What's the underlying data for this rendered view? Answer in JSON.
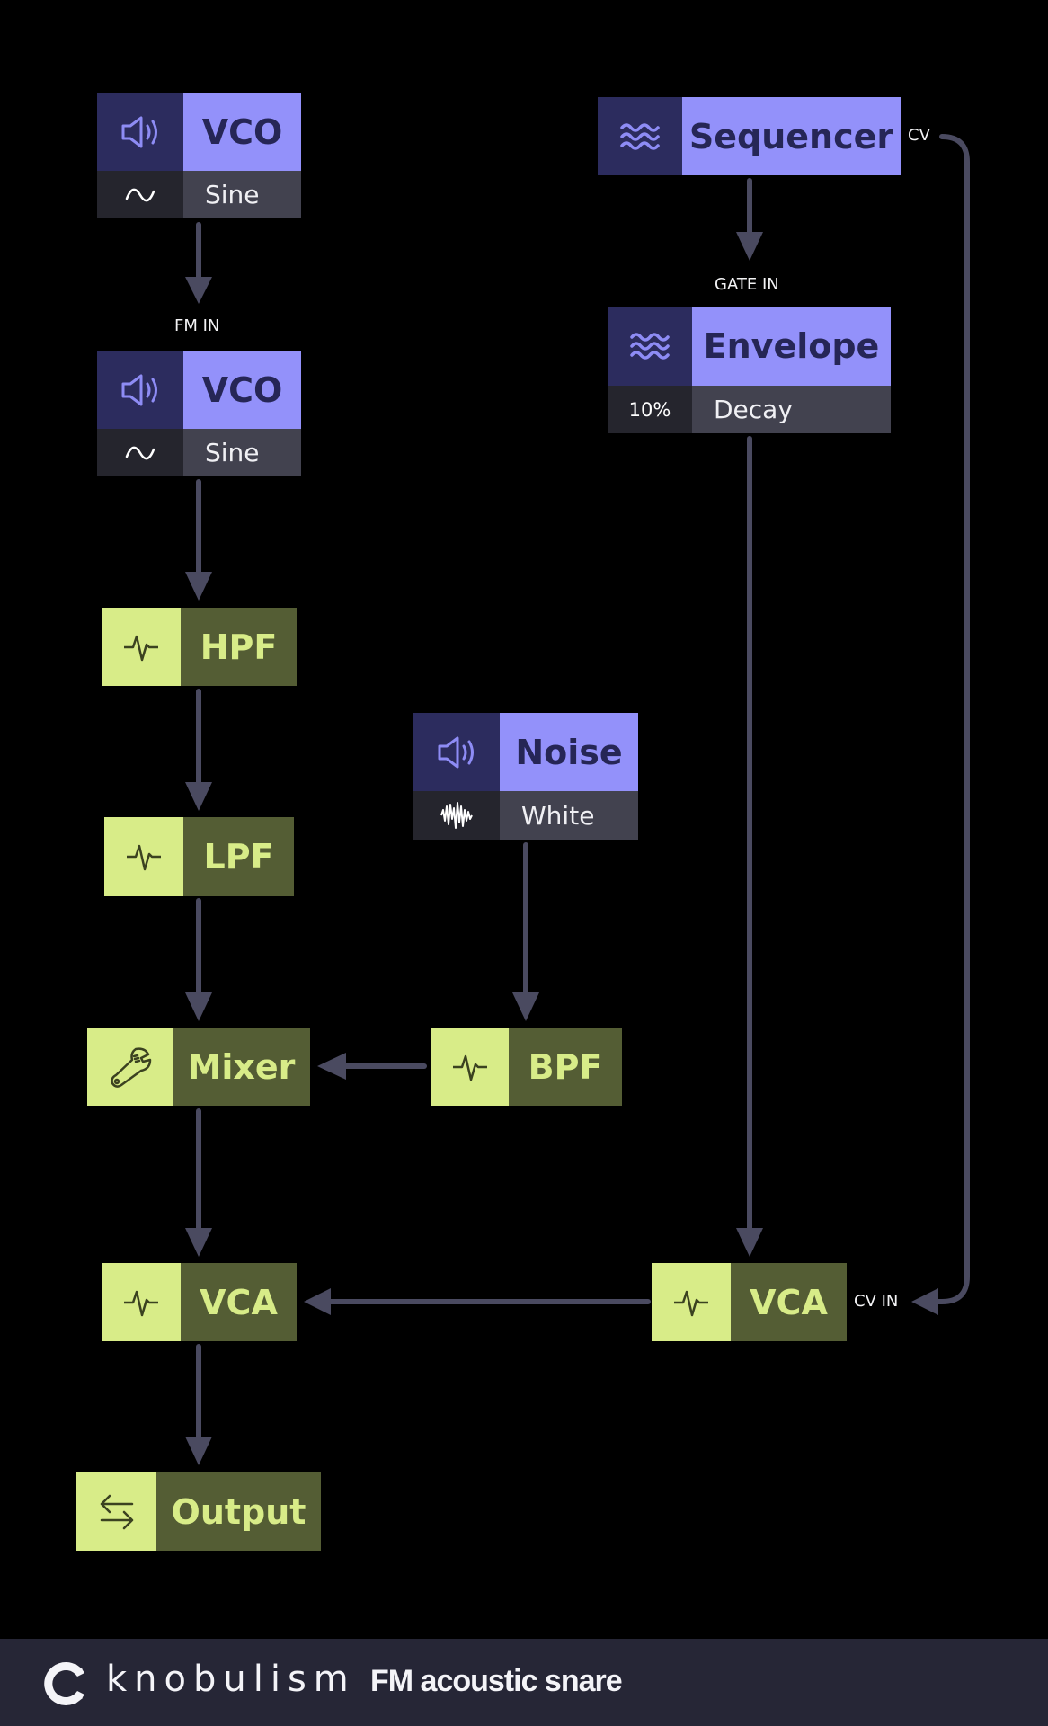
{
  "colors": {
    "wire": "#4a4a60",
    "source_icon_bg": "#2c2c5e",
    "source_title_bg": "#9391fa",
    "source_title_text": "#262656",
    "param_icon_bg": "#25252d",
    "param_label_bg": "#42424f",
    "processor_icon_bg": "#d8ec88",
    "processor_title_bg": "#545d34",
    "footer_bg": "#262636"
  },
  "nodes": {
    "vco1": {
      "title": "VCO",
      "icon": "speaker-icon",
      "param_icon": "sine-wave-icon",
      "param": "Sine"
    },
    "vco2": {
      "title": "VCO",
      "icon": "speaker-icon",
      "param_icon": "sine-wave-icon",
      "param": "Sine"
    },
    "hpf": {
      "title": "HPF",
      "icon": "pulse-icon"
    },
    "lpf": {
      "title": "LPF",
      "icon": "pulse-icon"
    },
    "mixer": {
      "title": "Mixer",
      "icon": "wrench-icon"
    },
    "vca_main": {
      "title": "VCA",
      "icon": "pulse-icon"
    },
    "output": {
      "title": "Output",
      "icon": "swap-arrows-icon"
    },
    "sequencer": {
      "title": "Sequencer",
      "icon": "waves-icon"
    },
    "envelope": {
      "title": "Envelope",
      "icon": "waves-icon",
      "param_value": "10%",
      "param": "Decay"
    },
    "noise": {
      "title": "Noise",
      "icon": "speaker-icon",
      "param_icon": "noise-wave-icon",
      "param": "White"
    },
    "bpf": {
      "title": "BPF",
      "icon": "pulse-icon"
    },
    "vca_noise": {
      "title": "VCA",
      "icon": "pulse-icon"
    }
  },
  "ports": {
    "fm_in": "FM IN",
    "gate_in": "GATE IN",
    "cv_out": "CV",
    "cv_in": "CV IN"
  },
  "connections": [
    {
      "from": "vco1",
      "to": "vco2",
      "port": "FM IN"
    },
    {
      "from": "vco2",
      "to": "hpf"
    },
    {
      "from": "hpf",
      "to": "lpf"
    },
    {
      "from": "lpf",
      "to": "mixer"
    },
    {
      "from": "noise",
      "to": "bpf"
    },
    {
      "from": "bpf",
      "to": "mixer"
    },
    {
      "from": "mixer",
      "to": "vca_main"
    },
    {
      "from": "vca_main",
      "to": "output"
    },
    {
      "from": "sequencer",
      "to": "envelope",
      "port": "GATE IN"
    },
    {
      "from": "envelope",
      "to": "vca_noise"
    },
    {
      "from": "sequencer",
      "to": "vca_noise",
      "port": "CV IN",
      "from_port": "CV"
    },
    {
      "from": "vca_noise",
      "to": "vca_main"
    }
  ],
  "footer": {
    "brand": "knobulism",
    "preset_name": "FM acoustic snare"
  }
}
